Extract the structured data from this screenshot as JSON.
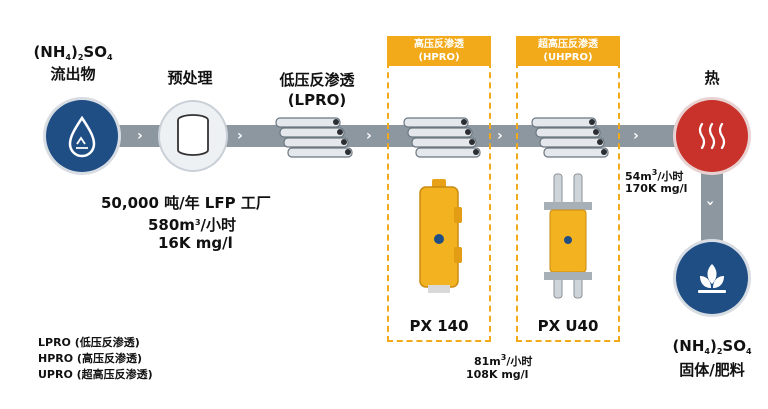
{
  "source": {
    "formula": {
      "a": "(NH",
      "a_sub": "4",
      "b": ")",
      "b_sub": "2",
      "c": "SO",
      "c_sub": "4"
    },
    "label": "流出物",
    "icon": "water-recycle-icon",
    "color": "#1f4e85"
  },
  "pretreatment": {
    "label": "预处理",
    "icon": "cylinder-icon"
  },
  "lpro": {
    "label_line1": "低压反渗透",
    "label_line2": "(LPRO)"
  },
  "plant": {
    "line1": "50,000 吨/年 LFP 工厂",
    "line2_a": "580m",
    "line2_sup": "3",
    "line2_b": "/小时",
    "line3": "16K mg/l"
  },
  "hpro": {
    "header_line1": "高压反渗透",
    "header_line2": "(HPRO)",
    "device_label": "PX 140"
  },
  "uhpro": {
    "header_line1": "超高压反渗透",
    "header_line2": "(UHPRO)",
    "device_label": "PX U40"
  },
  "flow_mid": {
    "line1_a": "81m",
    "line1_sup": "3",
    "line1_b": "/小时",
    "line2": "108K mg/l"
  },
  "flow_top": {
    "line1_a": "54m",
    "line1_sup": "3",
    "line1_b": "/小时",
    "line2": "170K mg/l"
  },
  "heat": {
    "label": "热",
    "icon": "heat-waves-icon",
    "color": "#c8322b"
  },
  "product": {
    "formula": {
      "a": "(NH",
      "a_sub": "4",
      "b": ")",
      "b_sub": "2",
      "c": "SO",
      "c_sub": "4"
    },
    "label": "固体/肥料",
    "icon": "leaf-plant-icon",
    "color": "#1f4e85"
  },
  "legend": [
    "LPRO (低压反渗透)",
    "HPRO (高压反渗透)",
    "UPRO (超高压反渗透)"
  ],
  "colors": {
    "accent": "#f2a91a",
    "bar": "#8c97a0",
    "navy": "#1f4e85",
    "red": "#c8322b"
  }
}
